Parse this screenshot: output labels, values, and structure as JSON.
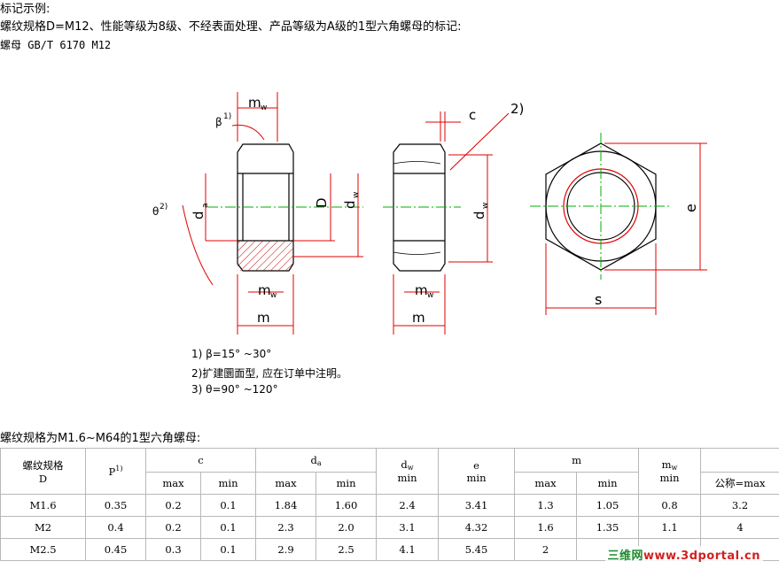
{
  "header": {
    "example_heading": "标记示例:",
    "example_text": "螺纹规格D=M12、性能等级为8级、不经表面处理、产品等级为A级的1型六角螺母的标记:",
    "marking": "螺母  GB/T 6170  M12"
  },
  "drawing": {
    "labels": {
      "mw": "m",
      "w": "w",
      "beta": "β",
      "theta": "θ",
      "note1": "1)",
      "note2": "2)",
      "da": "d",
      "a": "a",
      "D": "D",
      "dw": "d",
      "c": "c",
      "m": "m",
      "e": "e",
      "s": "s"
    }
  },
  "notes": [
    "1) β=15° ~30°",
    "2)扩建圜面型, 应在订单中注明。",
    "3) θ=90° ~120°"
  ],
  "table": {
    "caption": "螺纹规格为M1.6~M64的1型六角螺母:",
    "headers": {
      "spec": "螺纹规格",
      "spec_sub": "D",
      "p": "P",
      "p_sup": "1)",
      "c": "c",
      "da": "d",
      "da_sub": "a",
      "dw": "d",
      "dw_sub": "w",
      "e": "e",
      "m": "m",
      "mw": "m",
      "mw_sub": "w",
      "s_top": "",
      "min": "min",
      "max": "max",
      "nominal_max": "公称=max"
    },
    "rows": [
      [
        "M1.6",
        "0.35",
        "0.2",
        "0.1",
        "1.84",
        "1.60",
        "2.4",
        "3.41",
        "1.3",
        "1.05",
        "0.8",
        "3.2"
      ],
      [
        "M2",
        "0.4",
        "0.2",
        "0.1",
        "2.3",
        "2.0",
        "3.1",
        "4.32",
        "1.6",
        "1.35",
        "1.1",
        "4"
      ],
      [
        "M2.5",
        "0.45",
        "0.3",
        "0.1",
        "2.9",
        "2.5",
        "4.1",
        "5.45",
        "2",
        "",
        "",
        ""
      ]
    ]
  },
  "watermark": {
    "cn": "三维网",
    "url": "www.3dportal.cn"
  },
  "colors": {
    "outline": "#000000",
    "dimension": "#e00000",
    "centerline": "#00b000",
    "hatch": "#c00000"
  }
}
